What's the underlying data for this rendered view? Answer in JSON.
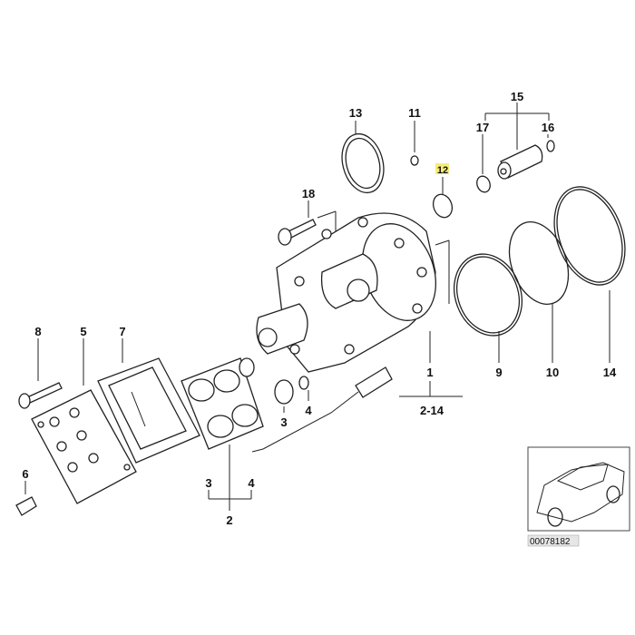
{
  "diagram": {
    "highlight_color": "#f5ec7a",
    "callouts": {
      "c13": "13",
      "c11": "11",
      "c12": "12",
      "c15": "15",
      "c17": "17",
      "c16": "16",
      "c18": "18",
      "c8": "8",
      "c5": "5",
      "c7": "7",
      "c6": "6",
      "c9": "9",
      "c10": "10",
      "c14": "14",
      "c1": "1",
      "c2_14": "2-14",
      "c3a": "3",
      "c4a": "4",
      "c3b": "3",
      "c4b": "4",
      "c2": "2"
    },
    "highlighted_callout": "12",
    "diagram_code": "00078182"
  }
}
